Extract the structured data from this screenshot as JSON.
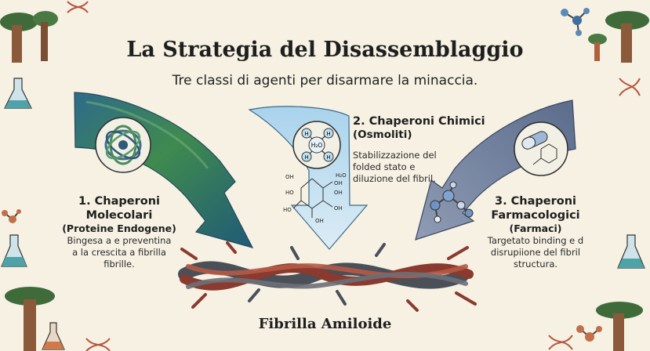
{
  "title": "La Strategia del Disassemblaggio",
  "subtitle": "Tre classi di agenti per disarmare la minaccia.",
  "classes": [
    {
      "heading": "1. Chaperoni Molecolari",
      "heading_l1": "1. Chaperoni",
      "heading_l2": "Molecolari",
      "subheading": "(Proteine Endogene)",
      "description_l1": "Bingesa a e preventina",
      "description_l2": "a la crescita a fibrilla",
      "description_l3": "fibrille.",
      "color": "#3f7a5a"
    },
    {
      "heading": "2. Chaperoni Chimici",
      "subheading": "(Osmoliti)",
      "description_l1": "Stabilizzazione del",
      "description_l2": "folded stato e",
      "description_l3": "diluzione del fibril.",
      "molecule_labels": [
        "H",
        "H",
        "H₂O",
        "H",
        "H",
        "H₂O",
        "OH",
        "OH",
        "OH",
        "HO",
        "OH",
        "OH",
        "HO"
      ],
      "color": "#8fc3e0"
    },
    {
      "heading": "3. Chaperoni Farmacologici",
      "heading_l1": "3. Chaperoni",
      "heading_l2": "Farmacologici",
      "subheading": "(Farmaci)",
      "description_l1": "Targetato binding e d",
      "description_l2": "disrupiione del fibril",
      "description_l3": "structura.",
      "color": "#6a7a98"
    }
  ],
  "fibril_label": "Fibrilla Amiloide",
  "icons": [
    "protein-ribbon-icon",
    "water-molecule-icon",
    "glucose-molecule-icon",
    "pill-icon",
    "drug-molecule-icon",
    "baobab-tree-icon",
    "flask-icon",
    "dna-icon"
  ]
}
